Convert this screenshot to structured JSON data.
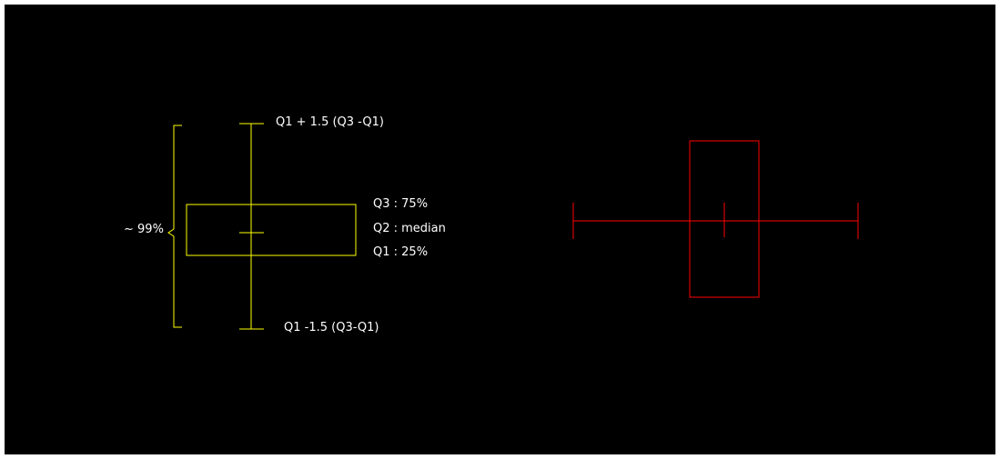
{
  "colors": {
    "background": "#000000",
    "vertical_boxplot": "#ffff00",
    "horizontal_boxplot": "#ff0000",
    "text": "#ffffff"
  },
  "labels": {
    "upper_whisker": "Q1 + 1.5 (Q3 -Q1)",
    "q3": "Q3 : 75%",
    "q2": "Q2 : median",
    "q1": "Q1 :  25%",
    "lower_whisker": "Q1 -1.5 (Q3-Q1)",
    "coverage": "~ 99%"
  }
}
